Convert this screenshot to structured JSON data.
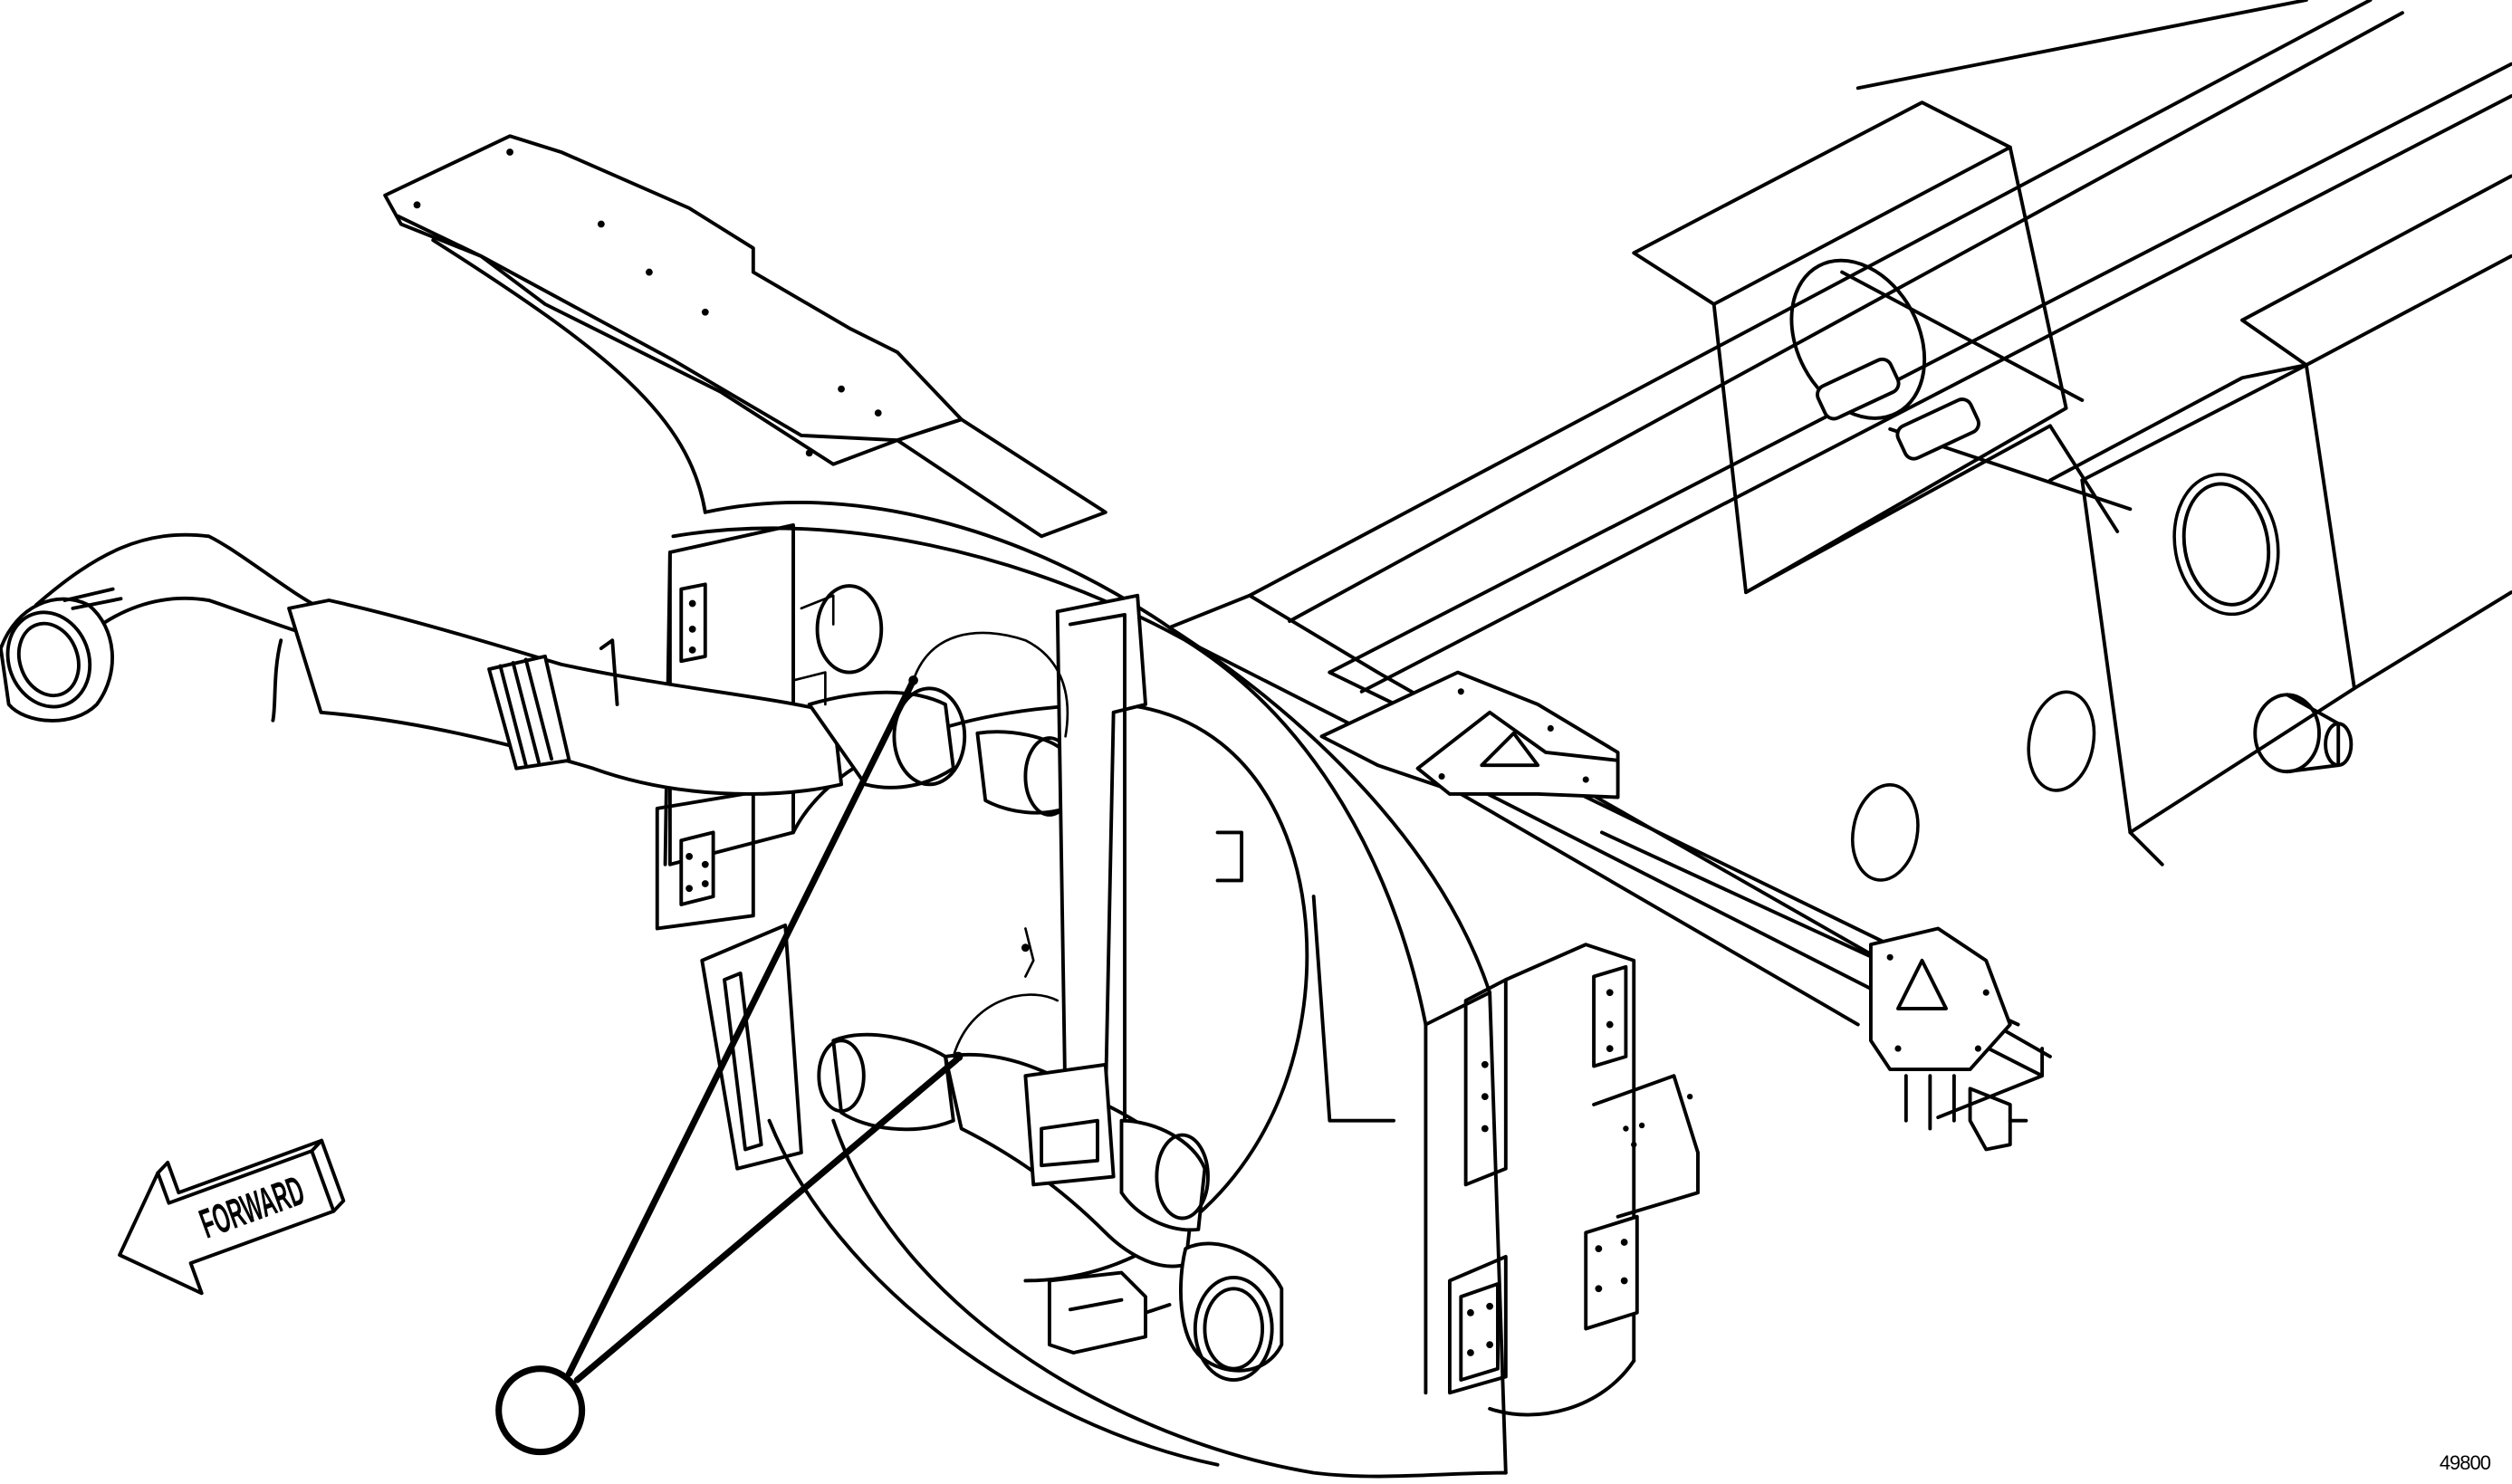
{
  "diagram": {
    "direction_label": "FORWARD",
    "figure_number": "49800",
    "callout_count": 1
  }
}
